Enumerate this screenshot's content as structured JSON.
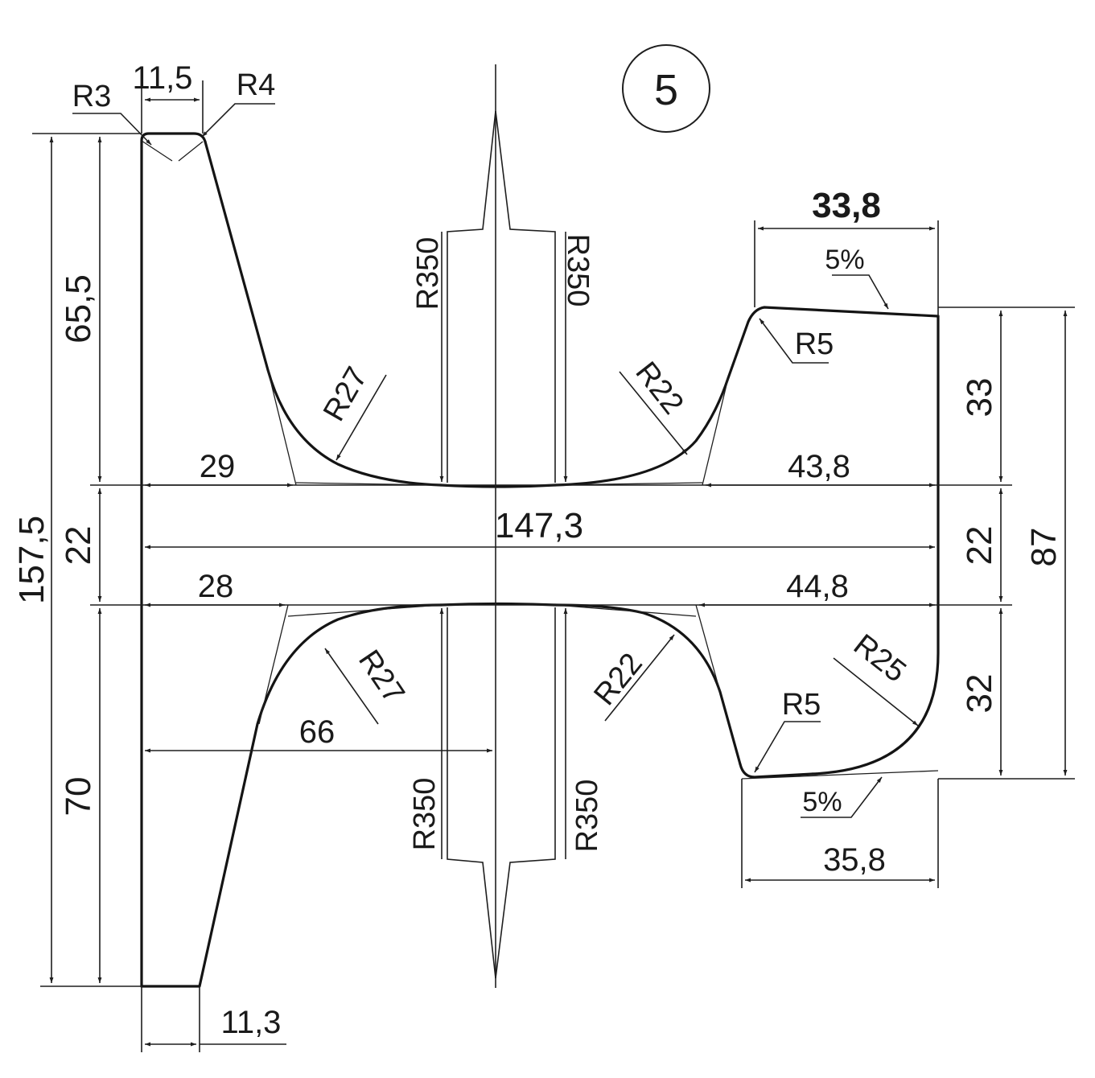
{
  "drawing": {
    "number": "5",
    "dimensions": {
      "top_flange_width": "11,5",
      "bottom_web_width": "11,3",
      "overall_height": "157,5",
      "upper_height": "65,5",
      "hub_thickness_left": "22",
      "lower_height": "70",
      "upper_left_offset": "29",
      "upper_right_offset": "43,8",
      "hub_length": "147,3",
      "lower_left_offset": "28",
      "lower_right_offset": "44,8",
      "center_offset": "66",
      "rim_top_width": "33,8",
      "rim_bottom_width": "35,8",
      "rim_upper_height": "33",
      "hub_thickness_right": "22",
      "rim_lower_height": "32",
      "rim_total_height": "87"
    },
    "radii": {
      "top_left_corner": "R3",
      "top_right_corner": "R4",
      "upper_left_fillet": "R27",
      "upper_right_fillet": "R22",
      "upper_rim_fillet": "R5",
      "lower_left_fillet": "R27",
      "lower_right_fillet": "R22",
      "lower_rim_fillet": "R5",
      "rim_outer_fillet": "R25",
      "hub_upper_left": "R350",
      "hub_upper_right": "R350",
      "hub_lower_left": "R350",
      "hub_lower_right": "R350"
    },
    "tapers": {
      "upper": "5%",
      "lower": "5%"
    }
  }
}
